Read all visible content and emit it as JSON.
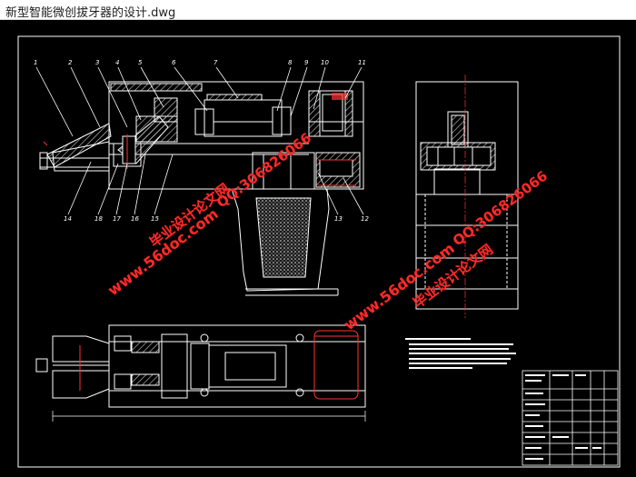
{
  "window": {
    "title": "新型智能微创拔牙器的设计.dwg"
  },
  "watermarks": {
    "site_url": "www.56doc.com",
    "brand": "毕业设计论文网",
    "qq": "QQ:306826066"
  },
  "callouts": [
    "1",
    "2",
    "3",
    "4",
    "5",
    "6",
    "7",
    "8",
    "9",
    "10",
    "11",
    "12",
    "13",
    "14",
    "15",
    "16",
    "17",
    "18"
  ],
  "colors": {
    "background": "#000000",
    "line": "#ffffff",
    "accent": "#ff3333",
    "hatch": "#cfcfcf",
    "watermark": "#ff2a2a"
  }
}
